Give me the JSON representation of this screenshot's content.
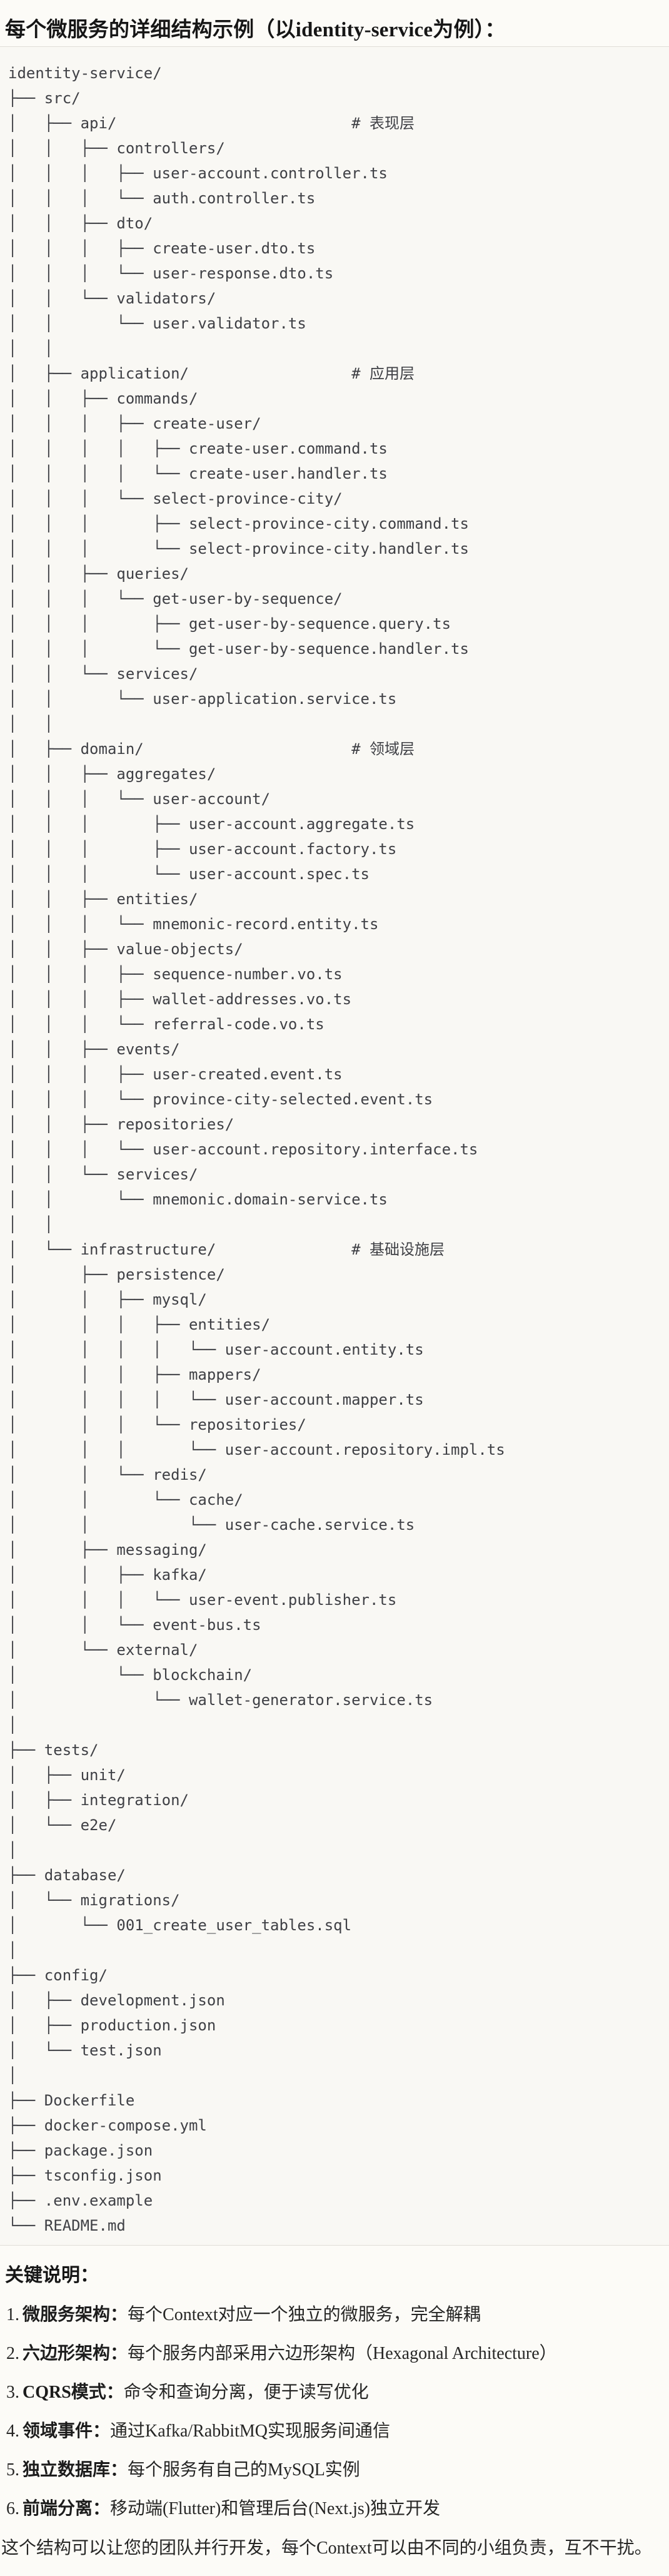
{
  "page": {
    "title": "每个微服务的详细结构示例（以identity-service为例）："
  },
  "tree": {
    "text": "identity-service/\n├── src/\n│   ├── api/                          # 表现层\n│   │   ├── controllers/\n│   │   │   ├── user-account.controller.ts\n│   │   │   └── auth.controller.ts\n│   │   ├── dto/\n│   │   │   ├── create-user.dto.ts\n│   │   │   └── user-response.dto.ts\n│   │   └── validators/\n│   │       └── user.validator.ts\n│   │\n│   ├── application/                  # 应用层\n│   │   ├── commands/\n│   │   │   ├── create-user/\n│   │   │   │   ├── create-user.command.ts\n│   │   │   │   └── create-user.handler.ts\n│   │   │   └── select-province-city/\n│   │   │       ├── select-province-city.command.ts\n│   │   │       └── select-province-city.handler.ts\n│   │   ├── queries/\n│   │   │   └── get-user-by-sequence/\n│   │   │       ├── get-user-by-sequence.query.ts\n│   │   │       └── get-user-by-sequence.handler.ts\n│   │   └── services/\n│   │       └── user-application.service.ts\n│   │\n│   ├── domain/                       # 领域层\n│   │   ├── aggregates/\n│   │   │   └── user-account/\n│   │   │       ├── user-account.aggregate.ts\n│   │   │       ├── user-account.factory.ts\n│   │   │       └── user-account.spec.ts\n│   │   ├── entities/\n│   │   │   └── mnemonic-record.entity.ts\n│   │   ├── value-objects/\n│   │   │   ├── sequence-number.vo.ts\n│   │   │   ├── wallet-addresses.vo.ts\n│   │   │   └── referral-code.vo.ts\n│   │   ├── events/\n│   │   │   ├── user-created.event.ts\n│   │   │   └── province-city-selected.event.ts\n│   │   ├── repositories/\n│   │   │   └── user-account.repository.interface.ts\n│   │   └── services/\n│   │       └── mnemonic.domain-service.ts\n│   │\n│   └── infrastructure/               # 基础设施层\n│       ├── persistence/\n│       │   ├── mysql/\n│       │   │   ├── entities/\n│       │   │   │   └── user-account.entity.ts\n│       │   │   ├── mappers/\n│       │   │   │   └── user-account.mapper.ts\n│       │   │   └── repositories/\n│       │   │       └── user-account.repository.impl.ts\n│       │   └── redis/\n│       │       └── cache/\n│       │           └── user-cache.service.ts\n│       ├── messaging/\n│       │   ├── kafka/\n│       │   │   └── user-event.publisher.ts\n│       │   └── event-bus.ts\n│       └── external/\n│           └── blockchain/\n│               └── wallet-generator.service.ts\n│\n├── tests/\n│   ├── unit/\n│   ├── integration/\n│   └── e2e/\n│\n├── database/\n│   └── migrations/\n│       └── 001_create_user_tables.sql\n│\n├── config/\n│   ├── development.json\n│   ├── production.json\n│   └── test.json\n│\n├── Dockerfile\n├── docker-compose.yml\n├── package.json\n├── tsconfig.json\n├── .env.example\n└── README.md"
  },
  "notes": {
    "heading": "关键说明：",
    "items": [
      {
        "num": "1.",
        "term": "微服务架构：",
        "desc": "每个Context对应一个独立的微服务，完全解耦"
      },
      {
        "num": "2.",
        "term": "六边形架构：",
        "desc": "每个服务内部采用六边形架构（Hexagonal Architecture）"
      },
      {
        "num": "3.",
        "term": "CQRS模式：",
        "desc": "命令和查询分离，便于读写优化"
      },
      {
        "num": "4.",
        "term": "领域事件：",
        "desc": "通过Kafka/RabbitMQ实现服务间通信"
      },
      {
        "num": "5.",
        "term": "独立数据库：",
        "desc": "每个服务有自己的MySQL实例"
      },
      {
        "num": "6.",
        "term": "前端分离：",
        "desc": "移动端(Flutter)和管理后台(Next.js)独立开发"
      }
    ],
    "footer": "这个结构可以让您的团队并行开发，每个Context可以由不同的小组负责，互不干扰。"
  },
  "colors": {
    "page_background": "#FCFBF7",
    "code_background": "#F9F8F4",
    "code_border": "#E0DED8",
    "code_text": "#3F4045",
    "heading_text": "#161616",
    "body_text": "#262625"
  }
}
